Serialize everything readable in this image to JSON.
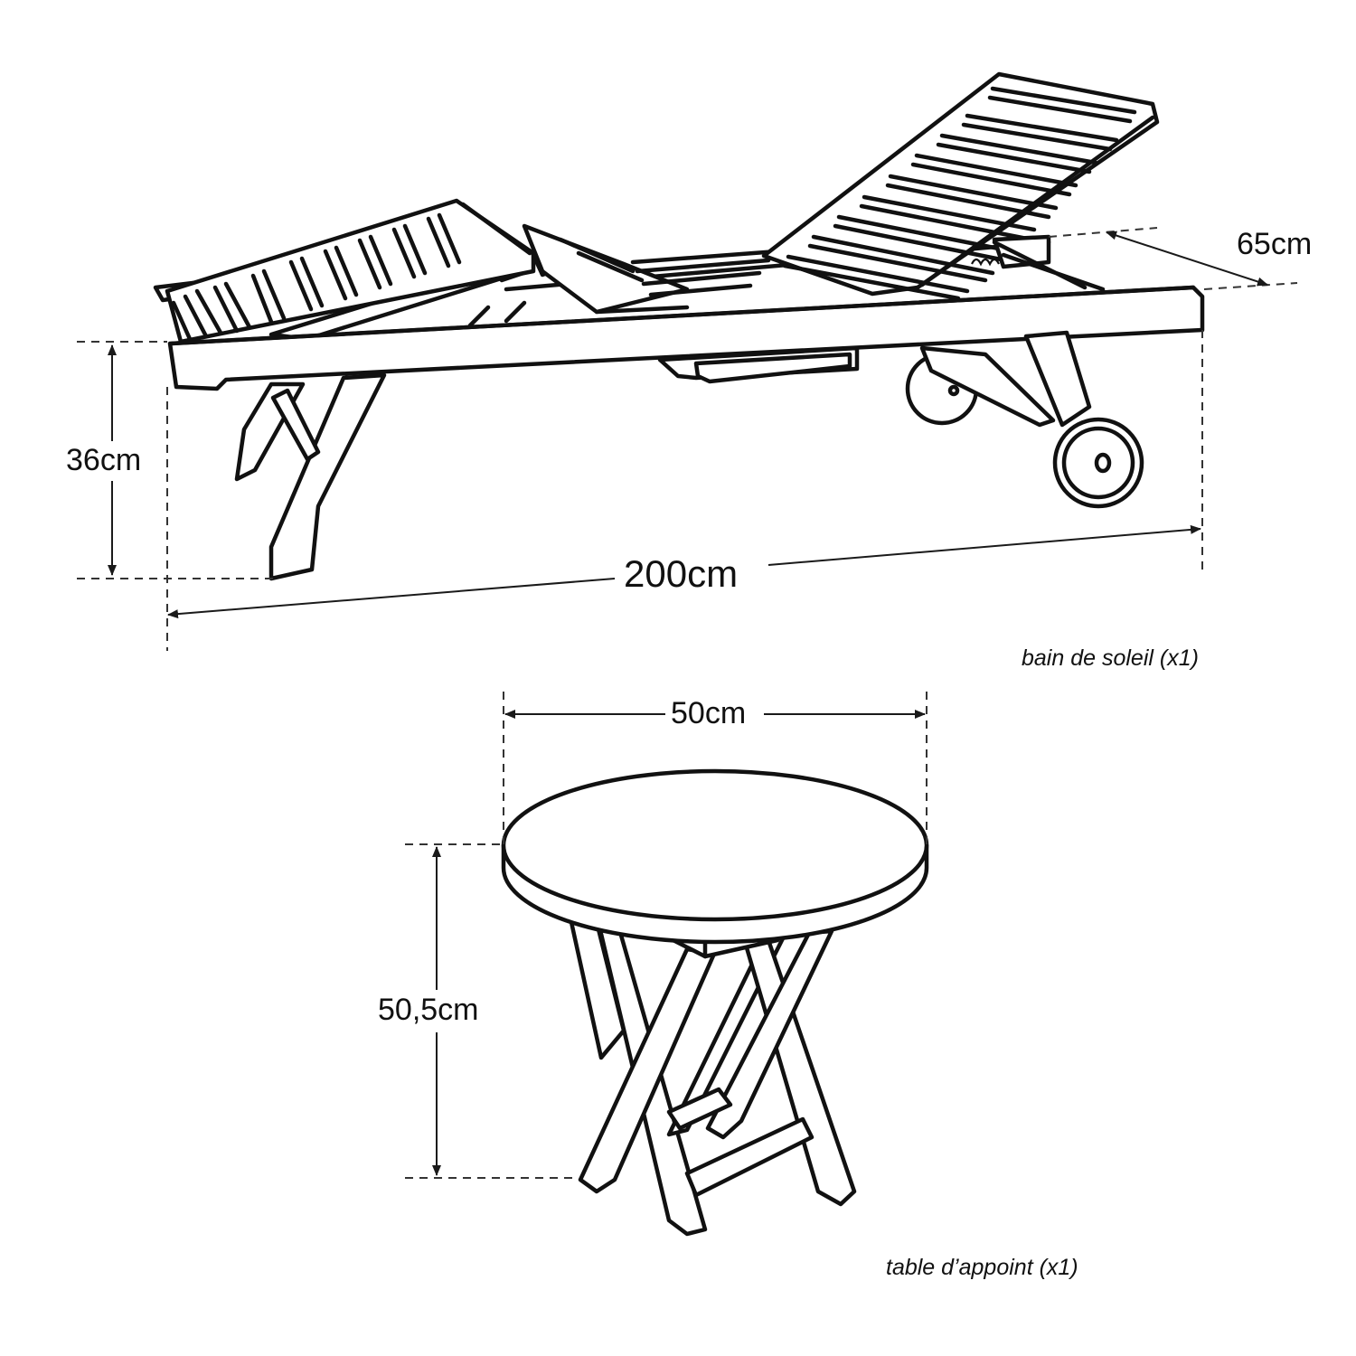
{
  "diagram": {
    "type": "furniture-dimension-drawing",
    "style": {
      "line_color": "#111111",
      "background": "#ffffff"
    },
    "items": [
      {
        "id": "lounger",
        "caption": "bain de soleil (x1)",
        "dimensions": {
          "length": "200cm",
          "height": "36cm",
          "width": "65cm"
        }
      },
      {
        "id": "side-table",
        "caption": "table d’appoint (x1)",
        "dimensions": {
          "diameter": "50cm",
          "height": "50,5cm"
        }
      }
    ]
  }
}
